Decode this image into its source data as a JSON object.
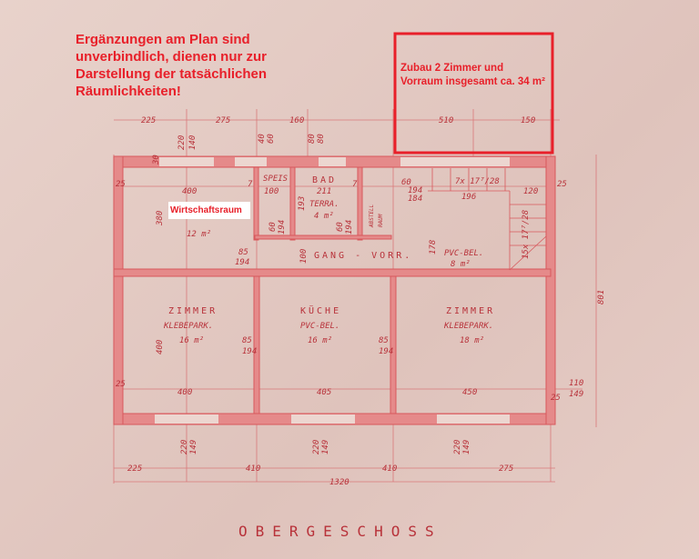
{
  "annotations": {
    "disclaimer": "Ergänzungen am Plan sind unverbindlich, dienen nur zur Darstellung der tatsächlichen Räumlichkeiten!",
    "extension": "Zubau 2 Zimmer und Vorraum insgesamt ca. 34 m²",
    "wirtschaftsraum": "Wirtschaftsraum"
  },
  "colors": {
    "annotation": "#e8202a",
    "plan_ink": "#e05a5a",
    "paper": "#e4cbc4"
  },
  "plan_title": "OBERGESCHOSS",
  "rooms": {
    "wirt_area": "12 m²",
    "speis": "SPEIS",
    "bad": "BAD",
    "bad_dim": "211",
    "bad_floor": "TERRA.",
    "bad_area": "4 m²",
    "abstell": "ABSTELL",
    "abstell2": "RAUM",
    "stairs_top": "7x 17⁷/28",
    "stairs_side": "15x 17⁷/28",
    "gang": "GANG - VORR.",
    "gang_floor": "PVC-BEL.",
    "gang_area": "8 m²",
    "zimmer1": "ZIMMER",
    "zimmer1_floor": "KLEBEPARK.",
    "zimmer1_area": "16 m²",
    "kueche": "KÜCHE",
    "kueche_floor": "PVC-BEL.",
    "kueche_area": "16 m²",
    "zimmer2": "ZIMMER",
    "zimmer2_floor": "KLEBEPARK.",
    "zimmer2_area": "18 m²"
  },
  "dimensions": {
    "top": [
      "225",
      "275",
      "160",
      "510",
      "150"
    ],
    "top_windows": [
      "220",
      "140",
      "40",
      "60",
      "80",
      "80"
    ],
    "bottom": [
      "225",
      "410",
      "410",
      "275"
    ],
    "total": "1320",
    "right": "801",
    "right_window": [
      "110",
      "149"
    ],
    "bottom_windows": [
      "220",
      "149",
      "220",
      "149",
      "220",
      "149"
    ],
    "inner": [
      "400",
      "100",
      "7",
      "7",
      "25",
      "25",
      "25",
      "25",
      "60",
      "194",
      "184",
      "196",
      "120",
      "380",
      "85",
      "194",
      "100",
      "178",
      "400",
      "405",
      "450",
      "400",
      "85",
      "194",
      "85",
      "194",
      "60",
      "194",
      "60",
      "194",
      "193",
      "30"
    ]
  }
}
